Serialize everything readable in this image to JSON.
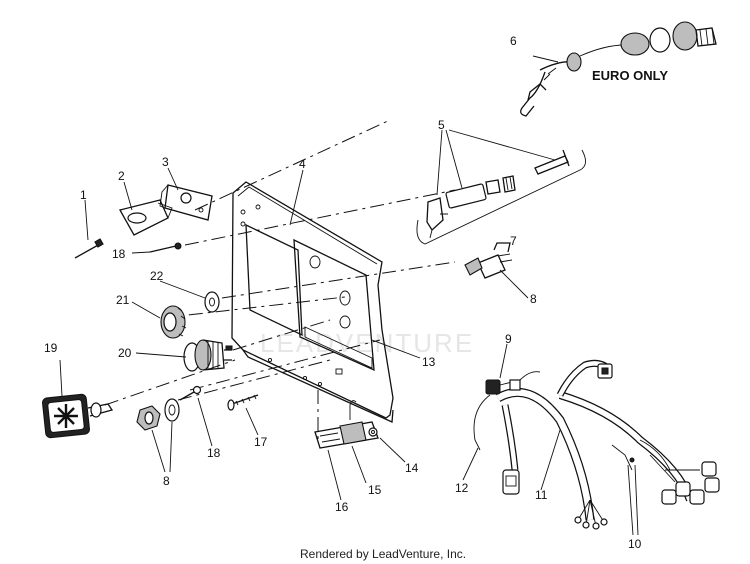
{
  "callouts": {
    "c1": "1",
    "c2": "2",
    "c3": "3",
    "c4": "4",
    "c5": "5",
    "c6": "6",
    "c7": "7",
    "c8a": "8",
    "c8b": "8",
    "c9": "9",
    "c10": "10",
    "c11": "11",
    "c12": "12",
    "c13": "13",
    "c14": "14",
    "c15": "15",
    "c16": "16",
    "c17": "17",
    "c18a": "18",
    "c18b": "18",
    "c19": "19",
    "c20": "20",
    "c21": "21",
    "c22": "22"
  },
  "euro_label": "EURO ONLY",
  "watermark": "LEADVENTURE",
  "footer": "Rendered by LeadVenture, Inc."
}
